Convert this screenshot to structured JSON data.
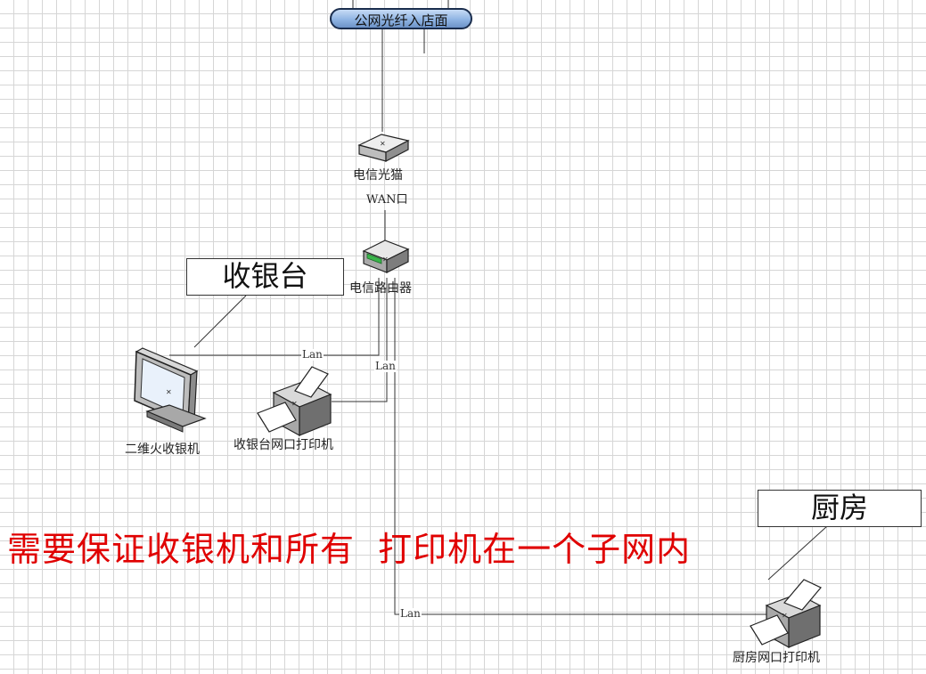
{
  "nodes": {
    "isp_fiber": {
      "label": "公网光纤入店面"
    },
    "modem": {
      "label": "电信光猫",
      "port_label": "WAN口"
    },
    "router": {
      "label": "电信路由器"
    },
    "pos": {
      "label": "二维火收银机"
    },
    "cashier_printer": {
      "label": "收银台网口打印机"
    },
    "kitchen_printer": {
      "label": "厨房网口打印机"
    }
  },
  "links": {
    "lan_pos": "Lan",
    "lan_cashier_printer": "Lan",
    "lan_kitchen": "Lan"
  },
  "callouts": {
    "cashier_area": "收银台",
    "kitchen_area": "厨房"
  },
  "note": "需要保证收银机和所有  打印机在一个子网内",
  "colors": {
    "note": "#e00000",
    "pipe": "#8fb4e3",
    "line": "#333333"
  }
}
